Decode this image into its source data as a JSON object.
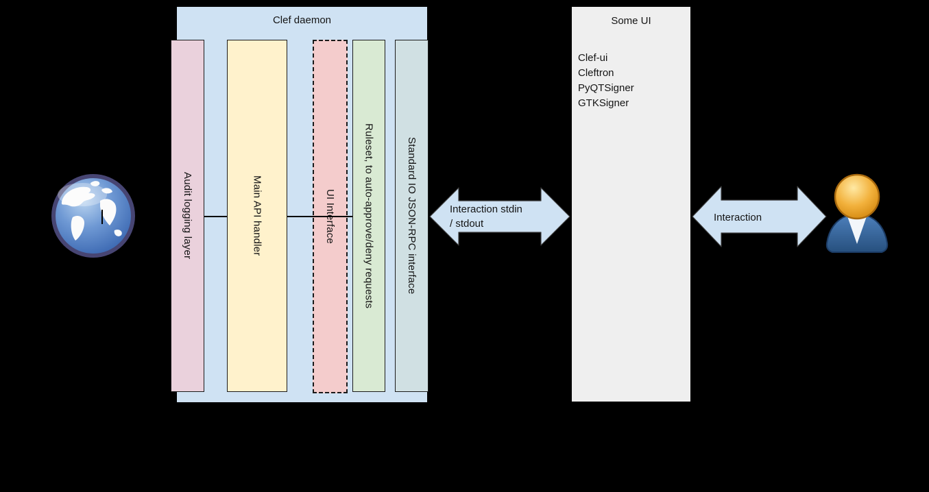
{
  "background_color": "#000000",
  "clef": {
    "title": "Clef daemon",
    "box_color": "#cfe2f3",
    "layers": [
      {
        "label": "Audit logging layer",
        "color": "#ead1dc",
        "border_style": "solid"
      },
      {
        "label": "Main API handler",
        "color": "#fff2cc",
        "border_style": "solid"
      },
      {
        "label": "UI Interface",
        "color": "#f4cccc",
        "border_style": "dashed"
      },
      {
        "label": "Ruleset, to auto-approve/deny requests",
        "color": "#d9ead3",
        "border_style": "solid"
      },
      {
        "label": "Standard IO JSON-RPC interface",
        "color": "#d0e0e3",
        "border_style": "solid"
      }
    ]
  },
  "someui": {
    "title": "Some UI",
    "box_color": "#efefef",
    "items": [
      "Clef-ui",
      "Cleftron",
      "PyQTSigner",
      "GTKSigner"
    ]
  },
  "arrows": {
    "left": {
      "line1": "Interaction stdin",
      "line2": "/ stdout",
      "fill": "#cfe2f3"
    },
    "right": {
      "label": "Interaction",
      "fill": "#cfe2f3"
    }
  },
  "icons": {
    "left": "globe-icon",
    "right": "person-icon"
  },
  "connector_color": "#000000"
}
